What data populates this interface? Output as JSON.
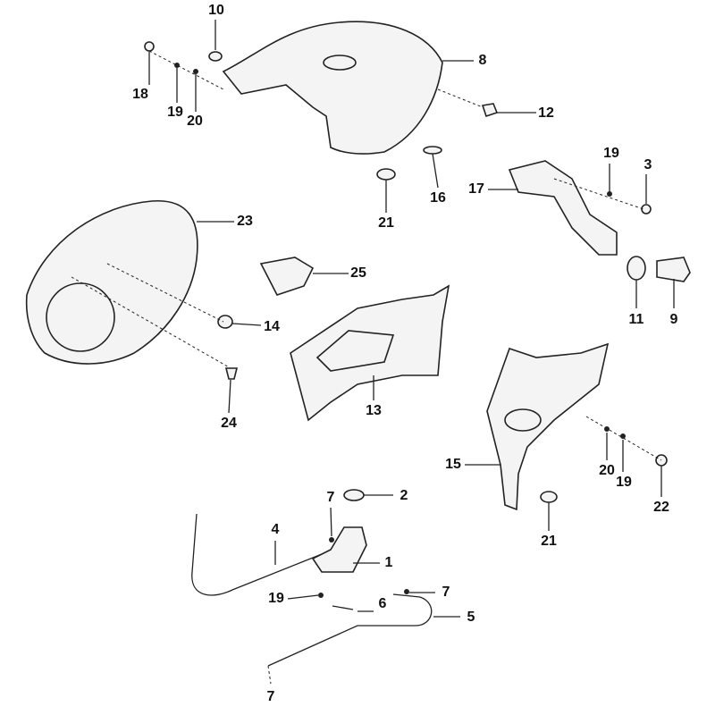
{
  "diagram": {
    "callouts": [
      {
        "id": "c10",
        "text": "10"
      },
      {
        "id": "c8",
        "text": "8"
      },
      {
        "id": "c18",
        "text": "18"
      },
      {
        "id": "c19a",
        "text": "19"
      },
      {
        "id": "c20a",
        "text": "20"
      },
      {
        "id": "c12",
        "text": "12"
      },
      {
        "id": "c19b",
        "text": "19"
      },
      {
        "id": "c3",
        "text": "3"
      },
      {
        "id": "c17",
        "text": "17"
      },
      {
        "id": "c21a",
        "text": "21"
      },
      {
        "id": "c16",
        "text": "16"
      },
      {
        "id": "c23",
        "text": "23"
      },
      {
        "id": "c25",
        "text": "25"
      },
      {
        "id": "c14",
        "text": "14"
      },
      {
        "id": "c11",
        "text": "11"
      },
      {
        "id": "c9",
        "text": "9"
      },
      {
        "id": "c13",
        "text": "13"
      },
      {
        "id": "c24",
        "text": "24"
      },
      {
        "id": "c15",
        "text": "15"
      },
      {
        "id": "c20b",
        "text": "20"
      },
      {
        "id": "c19c",
        "text": "19"
      },
      {
        "id": "c22",
        "text": "22"
      },
      {
        "id": "c21b",
        "text": "21"
      },
      {
        "id": "c7a",
        "text": "7"
      },
      {
        "id": "c2",
        "text": "2"
      },
      {
        "id": "c4",
        "text": "4"
      },
      {
        "id": "c1",
        "text": "1"
      },
      {
        "id": "c19d",
        "text": "19"
      },
      {
        "id": "c6",
        "text": "6"
      },
      {
        "id": "c7b",
        "text": "7"
      },
      {
        "id": "c5",
        "text": "5"
      },
      {
        "id": "c7c",
        "text": "7"
      }
    ]
  }
}
